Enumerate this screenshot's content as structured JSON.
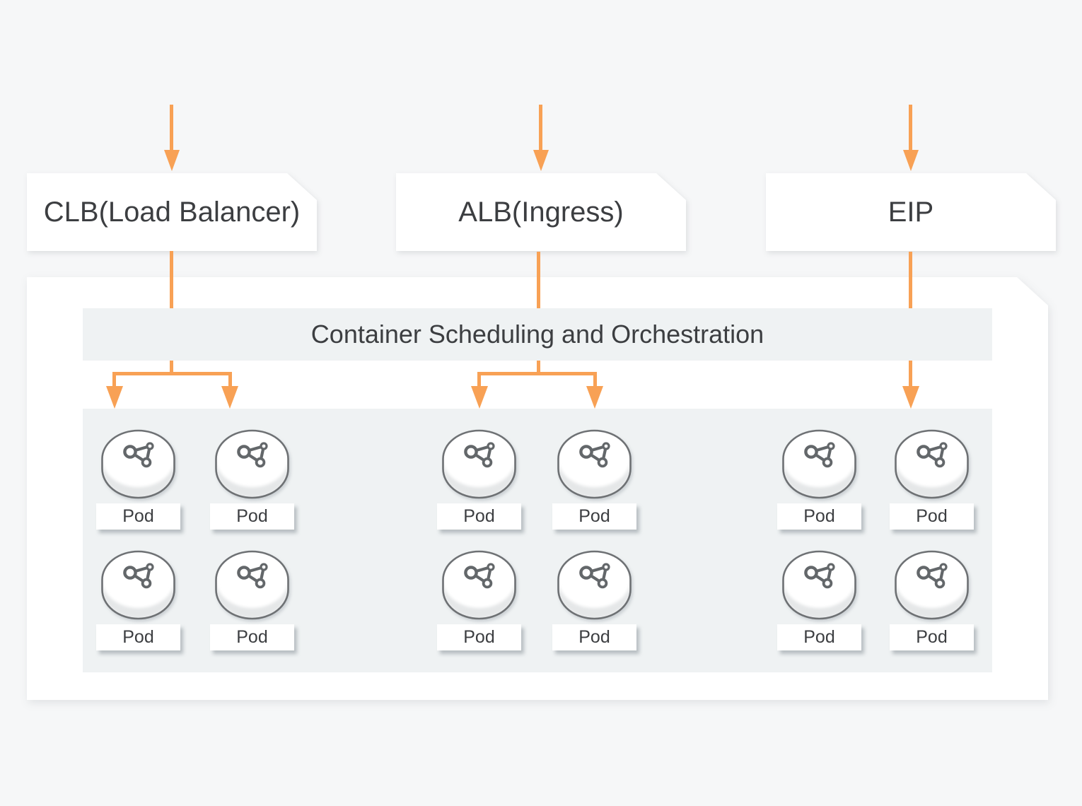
{
  "sources": [
    {
      "label": "CLB(Load Balancer)"
    },
    {
      "label": "ALB(Ingress)"
    },
    {
      "label": "EIP"
    }
  ],
  "cluster": {
    "header": "Container Scheduling and Orchestration",
    "groups": [
      {
        "name": "clb-pod-group",
        "pods": [
          "Pod",
          "Pod",
          "Pod",
          "Pod"
        ]
      },
      {
        "name": "alb-pod-group",
        "pods": [
          "Pod",
          "Pod",
          "Pod",
          "Pod"
        ]
      },
      {
        "name": "eip-pod-group",
        "pods": [
          "Pod",
          "Pod",
          "Pod",
          "Pod"
        ]
      }
    ]
  },
  "icons": {
    "pod": "pod-cylinder-molecule-icon",
    "flow": "down-arrow"
  },
  "colors": {
    "arrow": "#F8A155",
    "panel_band": "#EFF2F3",
    "background": "#F6F7F8",
    "card": "#FFFFFF",
    "text": "#3C3E41",
    "pod_outline": "#6E7174"
  }
}
